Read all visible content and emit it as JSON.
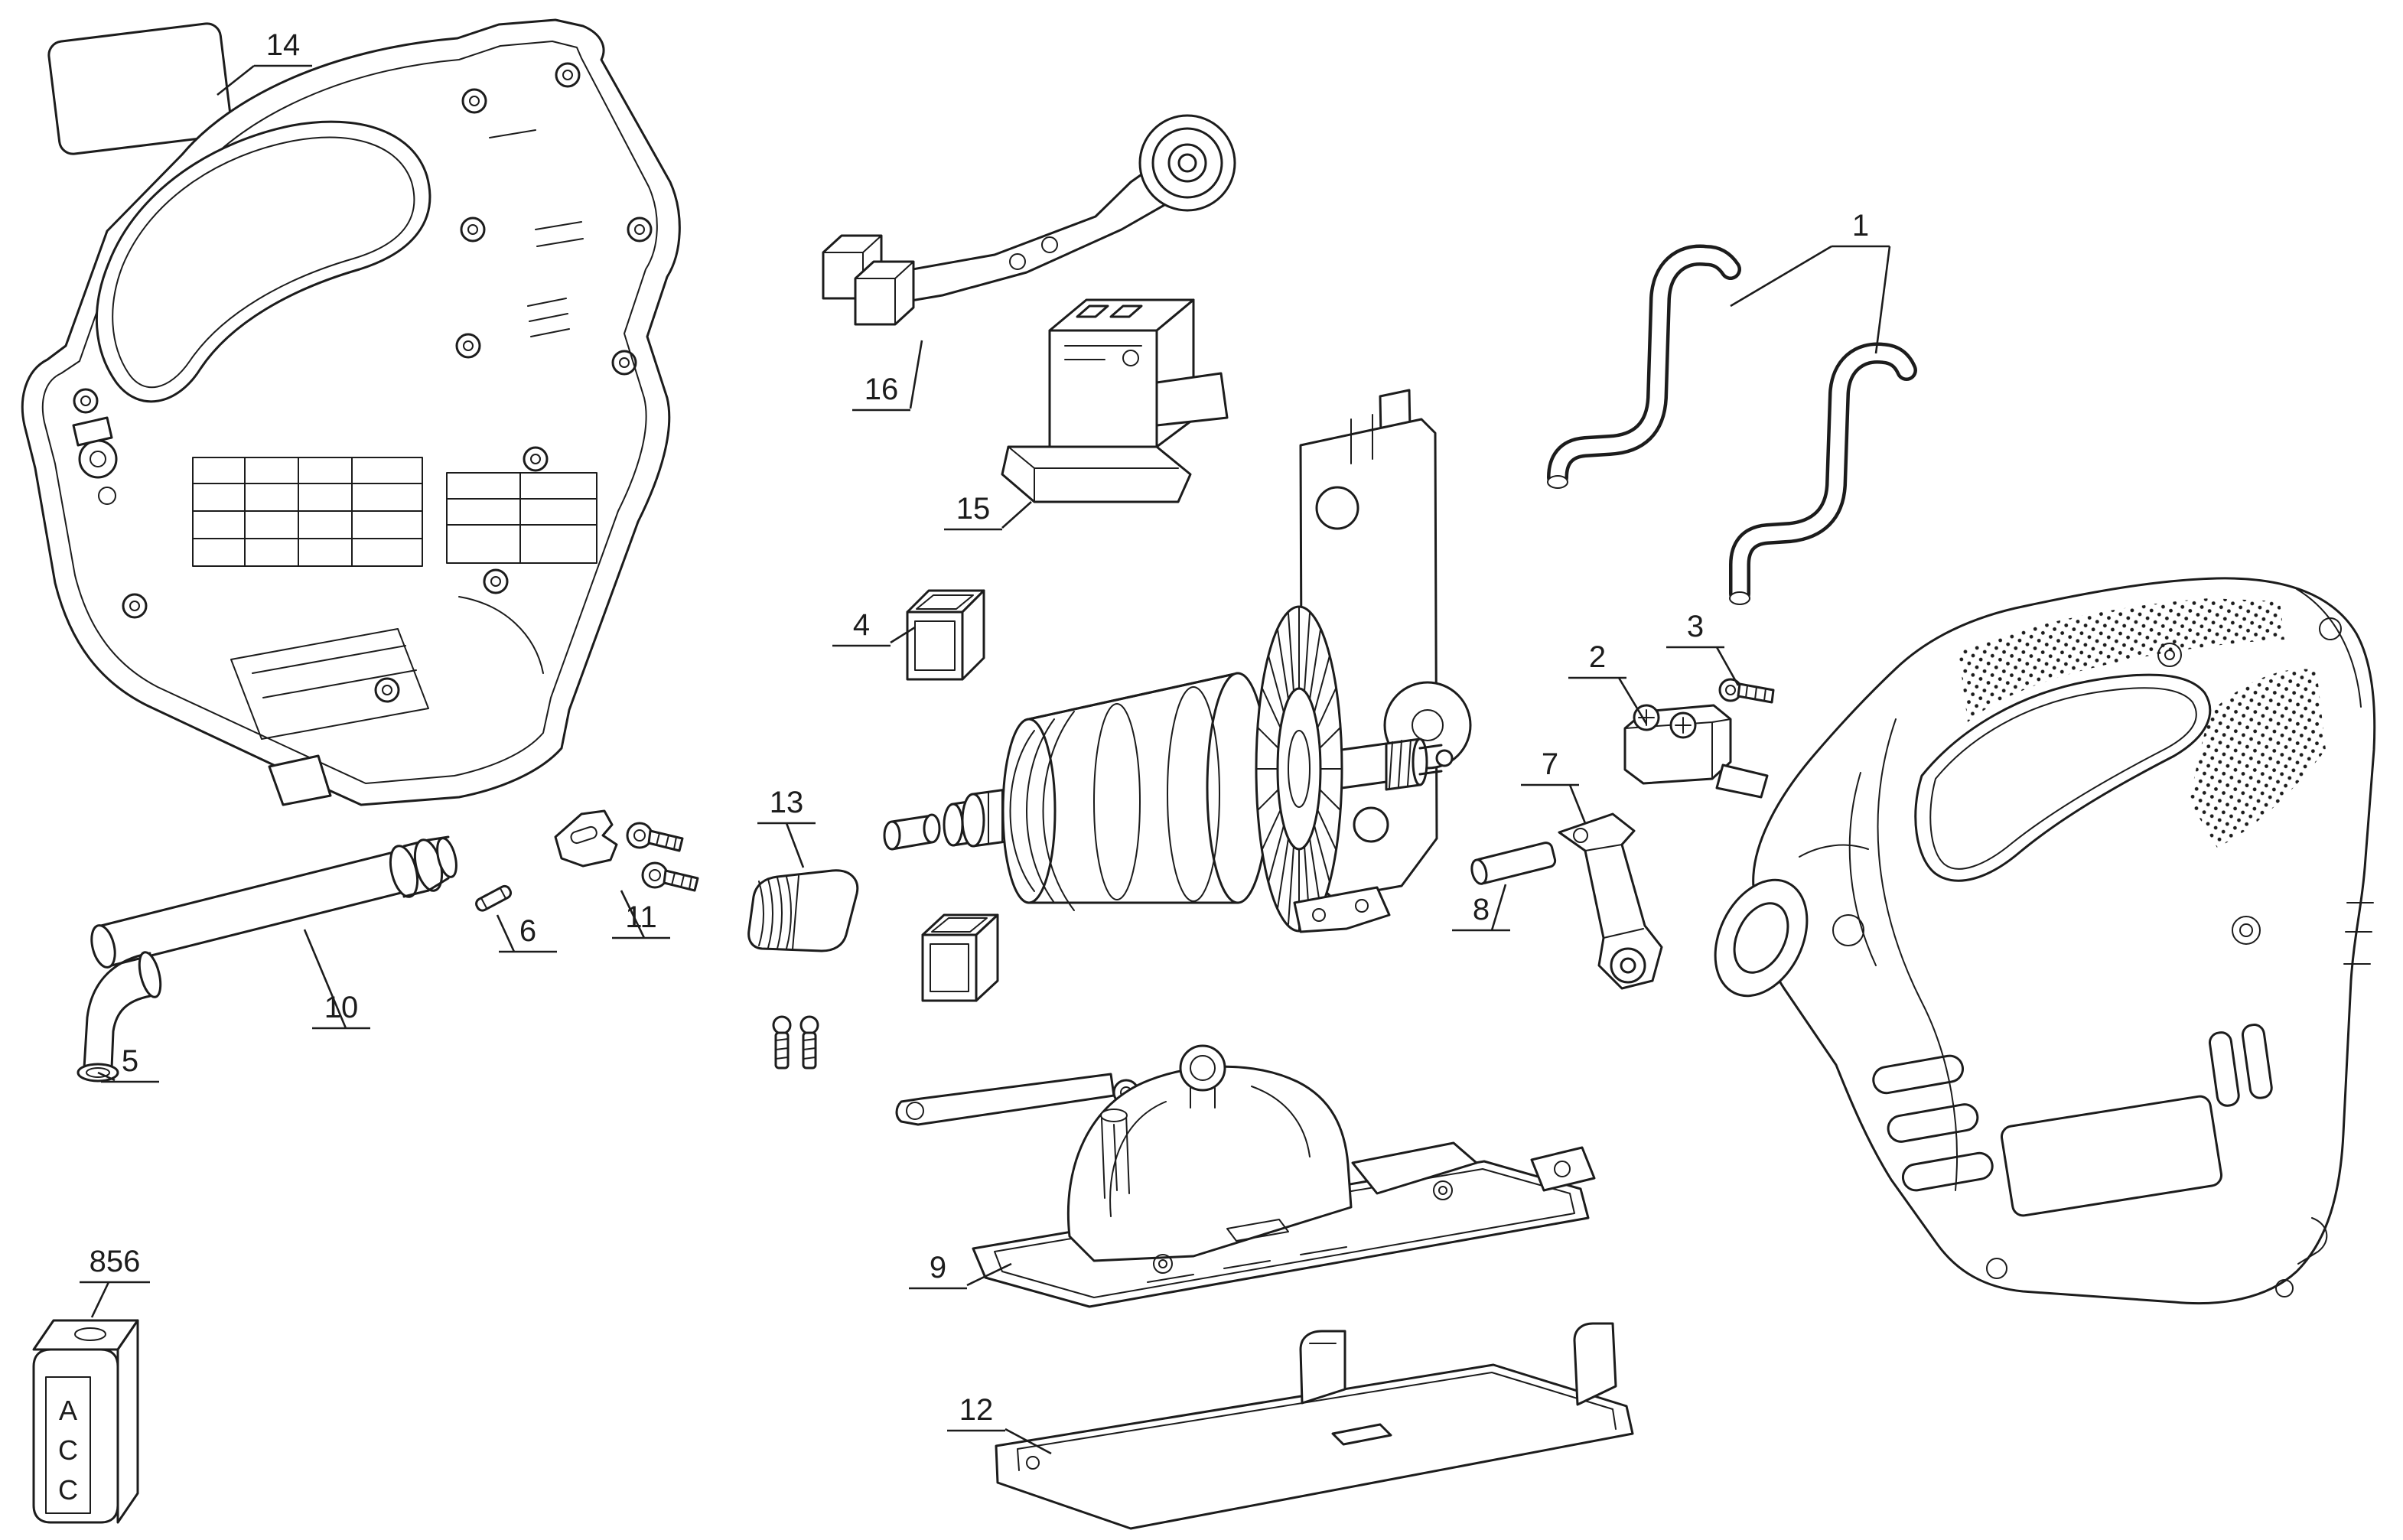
{
  "page": {
    "background_color": "#ffffff",
    "line_color": "#1c1c1c"
  },
  "diagram": {
    "type": "exploded-parts-diagram",
    "callouts": [
      "1",
      "2",
      "3",
      "4",
      "5",
      "6",
      "7",
      "8",
      "9",
      "10",
      "11",
      "12",
      "13",
      "14",
      "15",
      "16",
      "856"
    ],
    "accessory_box_letters": [
      "A",
      "C",
      "C"
    ]
  }
}
